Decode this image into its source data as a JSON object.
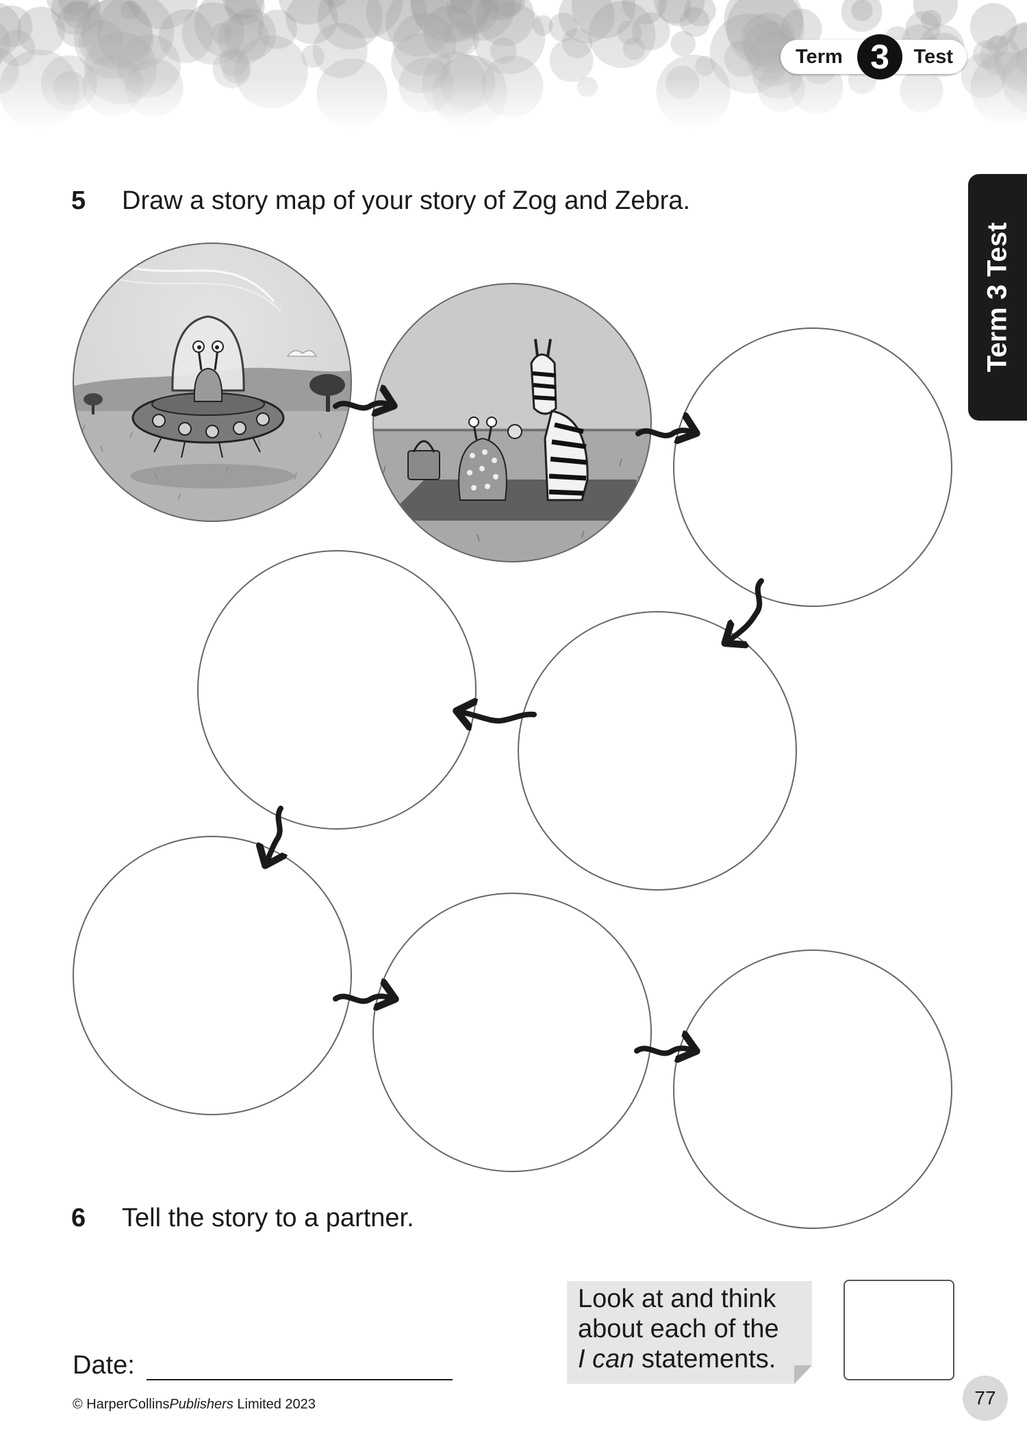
{
  "header": {
    "badge_word1": "Term",
    "badge_number": "3",
    "badge_word2": "Test",
    "side_tab": "Term 3 Test"
  },
  "questions": [
    {
      "number": "5",
      "text": "Draw a story map of your story of Zog and Zebra."
    },
    {
      "number": "6",
      "text": "Tell the story to a partner."
    }
  ],
  "story_map": {
    "frame_count": 8,
    "illustrated_frames": [
      {
        "frame": 1,
        "depicts": "Zog in his spaceship"
      },
      {
        "frame": 2,
        "depicts": "Zog and Zebra picnic"
      }
    ],
    "arrow_count": 7
  },
  "footer": {
    "date_label": "Date:",
    "copyright_prefix": "© HarperCollins",
    "copyright_italic": "Publishers",
    "copyright_suffix": " Limited 2023",
    "note_line1": "Look at and think",
    "note_line2": "about each of the",
    "note_line3_italic": "I can",
    "note_line3_rest": " statements.",
    "page_number": "77"
  },
  "colors": {
    "ink": "#1a1a1a",
    "tab_background": "#1b1b1b",
    "note_background": "#e6e6e6",
    "banner_grey": "#c8c8c8"
  }
}
